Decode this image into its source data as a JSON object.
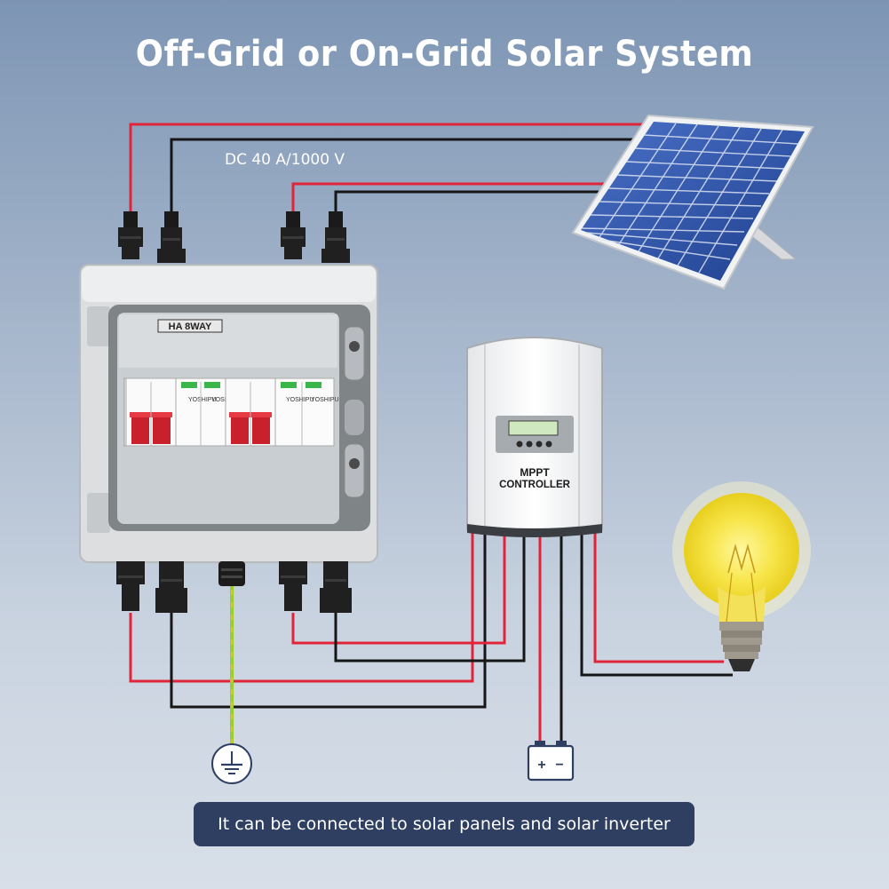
{
  "title": "Off-Grid or On-Grid Solar System",
  "rating_label": "DC 40 A/1000 V",
  "box": {
    "rail_label": "HA  8WAY",
    "modules": [
      "YOSHIPU",
      "YOSHIPU",
      "YOSHIPU",
      "YOSHIPU"
    ]
  },
  "controller": {
    "line1": "MPPT",
    "line2": "CONTROLLER"
  },
  "battery": {
    "plus": "+",
    "minus": "−"
  },
  "caption": "It can be connected to solar panels and solar inverter",
  "colors": {
    "positive_wire": "#e0243a",
    "negative_wire": "#161616",
    "ground_wire": "#9ccc2e",
    "icon_navy": "#2f3f62"
  },
  "icons": [
    "solar-panel-icon",
    "light-bulb-icon",
    "ground-icon",
    "battery-icon"
  ]
}
